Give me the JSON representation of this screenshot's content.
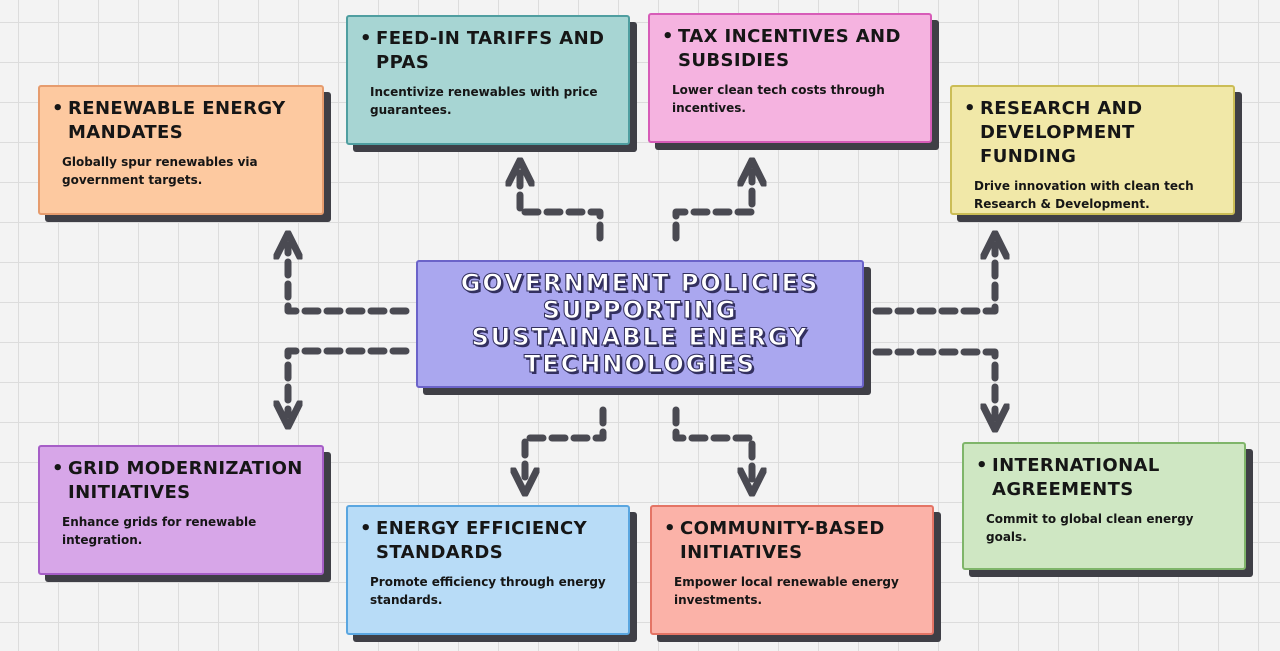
{
  "central": {
    "title": "GOVERNMENT POLICIES SUPPORTING SUSTAINABLE ENERGY TECHNOLOGIES"
  },
  "policies": {
    "renewable_mandates": {
      "title": "RENEWABLE ENERGY MANDATES",
      "description": "Globally spur renewables via government targets.",
      "color": "#fdc9a0"
    },
    "feed_in_tariffs": {
      "title": "FEED-IN TARIFFS AND PPAS",
      "description": "Incentivize renewables with price guarantees.",
      "color": "#a7d5d3"
    },
    "tax_incentives": {
      "title": "TAX INCENTIVES AND SUBSIDIES",
      "description": "Lower clean tech costs through incentives.",
      "color": "#f5b3e0"
    },
    "research_development": {
      "title": "RESEARCH AND DEVELOPMENT FUNDING",
      "description": "Drive innovation with clean tech Research & Development.",
      "color": "#f1e8a8"
    },
    "grid_modernization": {
      "title": "GRID MODERNIZATION INITIATIVES",
      "description": "Enhance grids for renewable integration.",
      "color": "#d7a6e8"
    },
    "energy_efficiency": {
      "title": "ENERGY EFFICIENCY STANDARDS",
      "description": "Promote efficiency through energy standards.",
      "color": "#b8dcf7"
    },
    "community_based": {
      "title": "COMMUNITY-BASED INITIATIVES",
      "description": "Empower local renewable energy investments.",
      "color": "#fbb2a8"
    },
    "international_agreements": {
      "title": "INTERNATIONAL AGREEMENTS",
      "description": "Commit to global clean energy goals.",
      "color": "#cfe7c3"
    }
  }
}
